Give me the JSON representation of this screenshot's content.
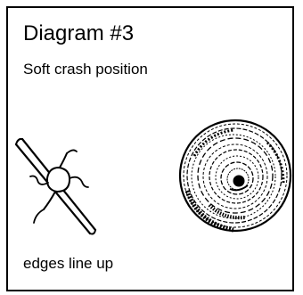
{
  "diagram": {
    "title": "Diagram #3",
    "subtitle": "Soft crash position",
    "caption": "edges line up"
  },
  "colors": {
    "ink": "#000000",
    "background": "#ffffff"
  },
  "icons": {
    "side_view": "cymbal-side-view-icon",
    "top_view": "cymbal-top-view-icon"
  }
}
